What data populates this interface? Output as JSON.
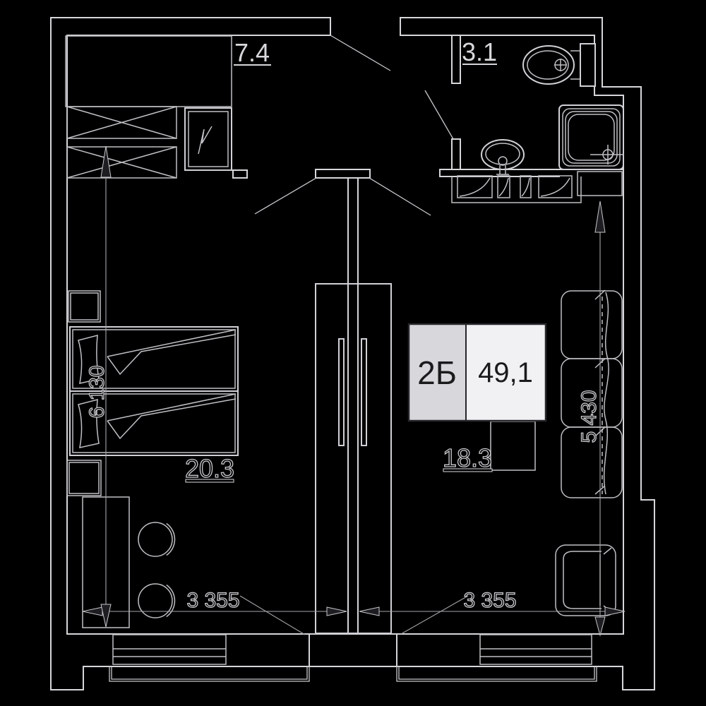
{
  "plan": {
    "apartment": {
      "type_label": "2Б",
      "total_area": "49,1"
    },
    "rooms": {
      "hallway": {
        "area": "7.4"
      },
      "bathroom": {
        "area": "3.1"
      },
      "bedroom": {
        "area": "20.3"
      },
      "living_room": {
        "area": "18.3"
      }
    },
    "dimensions": {
      "bedroom_width": "3 355",
      "living_room_width": "3 355",
      "left_height": "6 130",
      "right_height": "5 430"
    },
    "colors": {
      "background": "#000000",
      "line": "#d6d6da",
      "label_box_left_fill": "#d8d8dc",
      "label_box_right_fill": "#f1f1f3",
      "label_box_border": "#26262a",
      "label_text": "#1b1b1d"
    }
  }
}
